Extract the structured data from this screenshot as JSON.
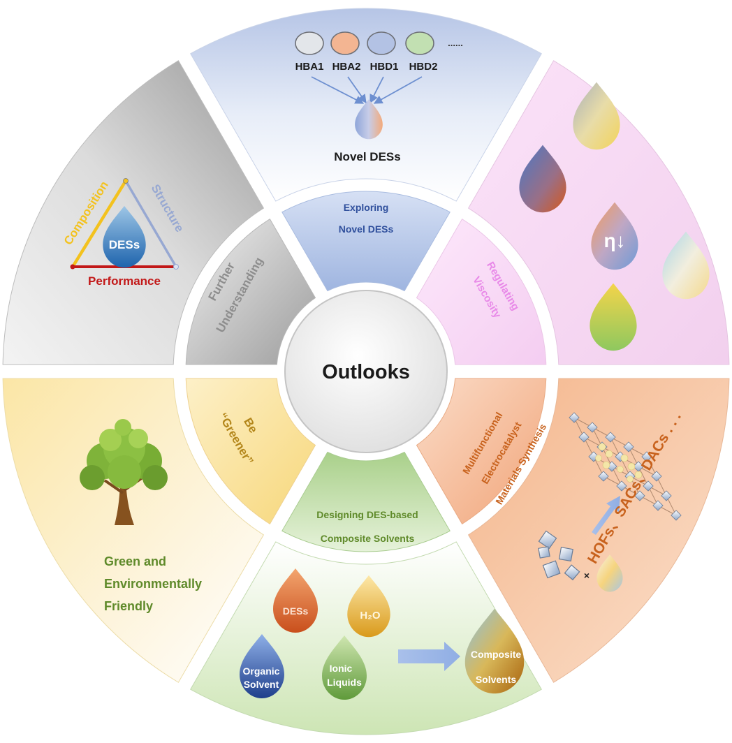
{
  "center": {
    "title": "Outlooks"
  },
  "top": {
    "inner_line1": "Exploring",
    "inner_line2": "Novel DESs",
    "components": [
      "HBA1",
      "HBA2",
      "HBD1",
      "HBD2"
    ],
    "ellipsis": "......",
    "result": "Novel DESs",
    "component_colors": [
      "#e3e6ea",
      "#f3b592",
      "#b3c2e4",
      "#c2e0b2"
    ]
  },
  "upper_left": {
    "inner_line1": "Further",
    "inner_line2": "Understanding",
    "triangle_left": "Composition",
    "triangle_right": "Structure",
    "triangle_bottom": "Performance",
    "drop_label": "DESs"
  },
  "upper_right": {
    "inner_line1": "Regulating",
    "inner_line2": "Viscosity",
    "drop_symbol": "η↓"
  },
  "lower_right": {
    "inner_line1": "Multifunctional",
    "inner_line2": "Electrocatalyst",
    "inner_line3": "Materials Synthesis",
    "outer_text": "HOFs、SACs、DACs . . ."
  },
  "bottom": {
    "inner_line1": "Designing DES-based",
    "inner_line2": "Composite Solvents",
    "drop_des": "DESs",
    "drop_water": "H₂O",
    "drop_organic_1": "Organic",
    "drop_organic_2": "Solvent",
    "drop_ionic_1": "Ionic",
    "drop_ionic_2": "Liquids",
    "drop_composite_1": "Composite",
    "drop_composite_2": "Solvents"
  },
  "lower_left": {
    "inner_line1": "Be",
    "inner_line2": "“Greener”",
    "outer_line1": "Green and",
    "outer_line2": "Environmentally",
    "outer_line3": "Friendly"
  },
  "colors": {
    "blue_text": "#2f4f9c",
    "pink_text": "#e888e8",
    "orange_text": "#c8621d",
    "green_text": "#5f8a2a",
    "olive_text": "#b3861a",
    "gray_text": "#8d8d8d",
    "composition": "#f3c21e",
    "structure": "#97a8d2",
    "performance": "#c21818"
  }
}
